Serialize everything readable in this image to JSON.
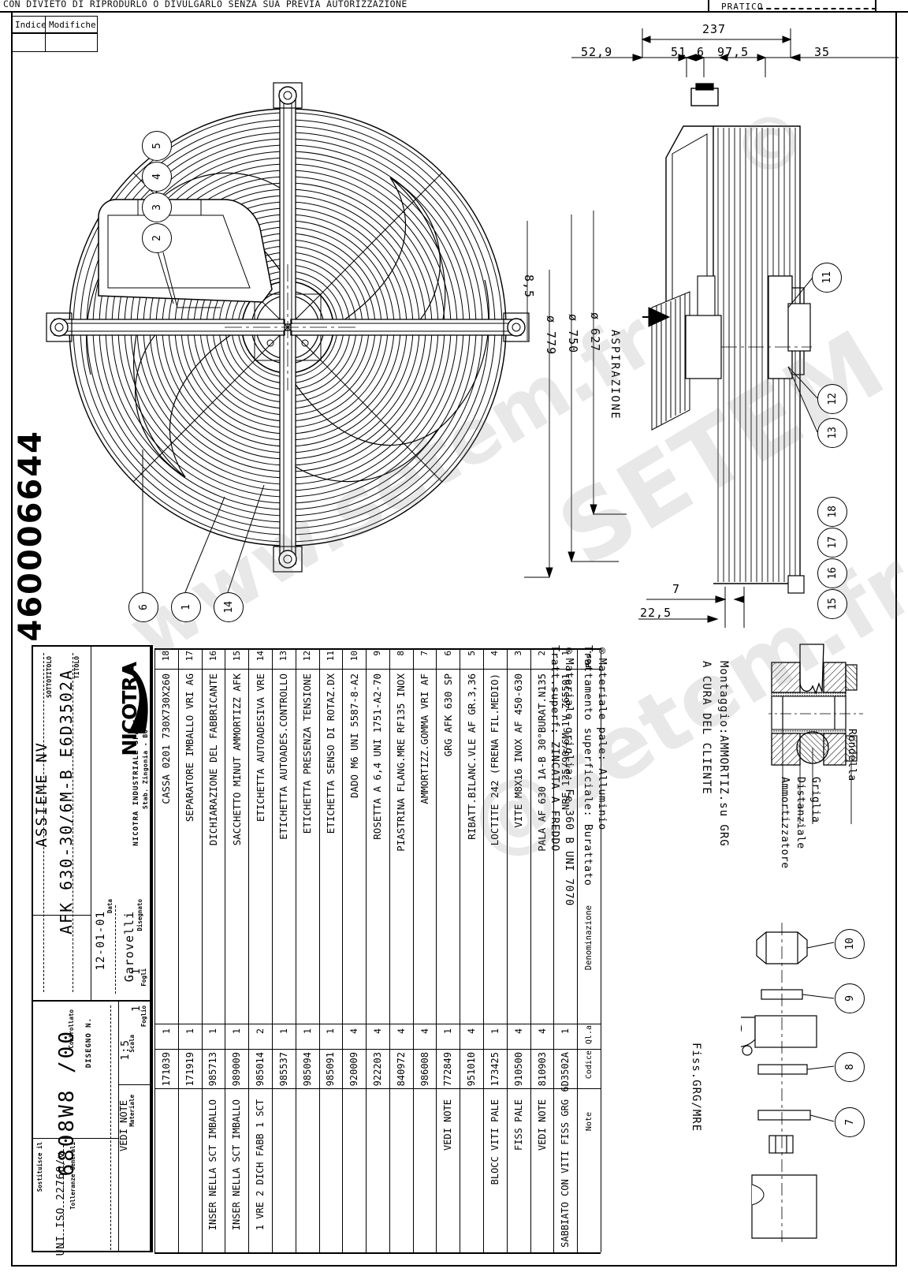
{
  "header": {
    "notice": "CON DIVIETO DI RIPRODURLO O DIVULGARLO SENZA SUA PREVIA AUTORIZZAZIONE",
    "pratico_label": "PRATICO",
    "revision_table": {
      "col1": "Indice",
      "col2": "Modifiche"
    }
  },
  "drawing_number_side": "460006644",
  "dimensions": {
    "total_237": "237",
    "d_52_9": "52,9",
    "d_51": "51",
    "d_6": "6",
    "d_97_5": "97,5",
    "d_35": "35",
    "d_8_5": "8,5",
    "dia_779": "ø 779",
    "dia_750": "ø 750",
    "dia_627": "ø 627",
    "d_7": "7",
    "d_22_5": "22,5"
  },
  "labels": {
    "aspirazione": "ASPIRAZIONE",
    "montaggio1": "Montaggio:AMMORTIZ.su GRG",
    "montaggio2": "A CURA DEL CLIENTE",
    "rondella": "Rondella",
    "griglia": "Griglia",
    "distanziale": "Distanziale",
    "ammortizzatore": "Ammortizzatore",
    "fiss_grg_mre": "Fiss.GRG/MRE"
  },
  "balloons_left": [
    "5",
    "4",
    "3",
    "2"
  ],
  "balloons_bottom": [
    "6",
    "1",
    "14"
  ],
  "balloons_right_upper": [
    "11",
    "12",
    "13"
  ],
  "balloons_right_lower": [
    "18",
    "17",
    "16",
    "15"
  ],
  "balloons_hardware": [
    "10",
    "9",
    "8",
    "7"
  ],
  "material_notes": [
    "®Materiale pale: Alluminio",
    "Trattamento superficiale: Burattato",
    "®Materiale griglia: Fe 360 B  UNI 7070",
    "Tratt.superf: ZINCATA A FREDDO"
  ],
  "parts_table": {
    "headers": {
      "pos": "Pos.",
      "denominazione": "Denominazione",
      "qta": "Ql.a",
      "codice": "Codice",
      "note": "Note"
    },
    "rows": [
      {
        "pos": "1",
        "denominazione": "NRE 135/90/6M 1V Z65501",
        "qta": "1",
        "codice": "E6D3502A",
        "note": "SABBIATO CON VITI FISS GRG"
      },
      {
        "pos": "2",
        "denominazione": "PALA AF 630 1A-B 30°BURAT.N135",
        "qta": "4",
        "codice": "810903",
        "note": "VEDI NOTE"
      },
      {
        "pos": "3",
        "denominazione": "VITE M8X16 INOX AF 450-630",
        "qta": "4",
        "codice": "910500",
        "note": "FISS PALE"
      },
      {
        "pos": "4",
        "denominazione": "LOCTITE 242 (FRENA FIL.MEDIO)",
        "qta": "1",
        "codice": "173425",
        "note": "BLOCC VITI PALE"
      },
      {
        "pos": "5",
        "denominazione": "RIBATT.BILANC.VLE AF GR.3,36",
        "qta": "4",
        "codice": "951010",
        "note": ""
      },
      {
        "pos": "6",
        "denominazione": "GRG AFK 630 SP",
        "qta": "1",
        "codice": "772849",
        "note": "VEDI NOTE"
      },
      {
        "pos": "7",
        "denominazione": "AMMORTIZZ.GOMMA VRI AF",
        "qta": "4",
        "codice": "986008",
        "note": ""
      },
      {
        "pos": "8",
        "denominazione": "PIASTRINA FLANG.MRE RF135 INOX",
        "qta": "4",
        "codice": "840972",
        "note": ""
      },
      {
        "pos": "9",
        "denominazione": "ROSETTA A 6,4 UNI 1751-A2-70",
        "qta": "4",
        "codice": "922203",
        "note": ""
      },
      {
        "pos": "10",
        "denominazione": "DADO M6 UNI 5587-8-A2",
        "qta": "4",
        "codice": "920009",
        "note": ""
      },
      {
        "pos": "11",
        "denominazione": "ETICHETTA SENSO DI ROTAZ.DX",
        "qta": "1",
        "codice": "985091",
        "note": ""
      },
      {
        "pos": "12",
        "denominazione": "ETICHETTA PRESENZA TENSIONE",
        "qta": "1",
        "codice": "985094",
        "note": ""
      },
      {
        "pos": "13",
        "denominazione": "ETICHETTA AUTOADES.CONTROLLO",
        "qta": "1",
        "codice": "985537",
        "note": ""
      },
      {
        "pos": "14",
        "denominazione": "ETICHETTA AUTOADESIVA VRE",
        "qta": "2",
        "codice": "985014",
        "note": "1 VRE 2 DICH FABB 1 SCT"
      },
      {
        "pos": "15",
        "denominazione": "SACCHETTO MINUT AMMORTIZZ AFK",
        "qta": "1",
        "codice": "989009",
        "note": "INSER NELLA SCT IMBALLO"
      },
      {
        "pos": "16",
        "denominazione": "DICHIARAZIONE DEL FABBRICANTE",
        "qta": "1",
        "codice": "985713",
        "note": "INSER NELLA SCT IMBALLO"
      },
      {
        "pos": "17",
        "denominazione": "SEPARATORE IMBALLO VRI AG",
        "qta": "1",
        "codice": "171919",
        "note": ""
      },
      {
        "pos": "18",
        "denominazione": "CASSA 0201 730X730X260",
        "qta": "1",
        "codice": "171039",
        "note": ""
      }
    ]
  },
  "title_block": {
    "logo": "NICOTRA",
    "company": "NICOTRA INDUSTRIALE SPA",
    "plant": "Stab. Zingonia - BG",
    "titolo_label": "TITOLO",
    "titolo": "AFK 630-30/6M-B  E6D3502A",
    "sottotitolo_label": "SOTTOTITOLO",
    "sottotitolo": "ASSIEME NV",
    "disegnato_label": "Disegnato",
    "disegnato": "Garovelli",
    "data_label": "Data",
    "data": "12-01-01",
    "controllato_label": "Controllato",
    "foglio_label": "Foglio",
    "foglio": "1",
    "fogli_label": "Fogli",
    "fogli": "1",
    "disegno_n_label": "DISEGNO N.",
    "disegno_n": "6808W8 /00",
    "scala_label": "Scala",
    "scala": "1:5",
    "materiale_label": "Materiale",
    "materiale": "VEDI NOTE",
    "tolleranze_label": "Tolleranze Generali",
    "tolleranze": "UNI ISO 22768/v",
    "sostituisce_label": "Sostituisce il"
  },
  "watermark": {
    "line1": "www.setem.fr",
    "line2": "SETEM",
    "at": "@setem.fr"
  }
}
